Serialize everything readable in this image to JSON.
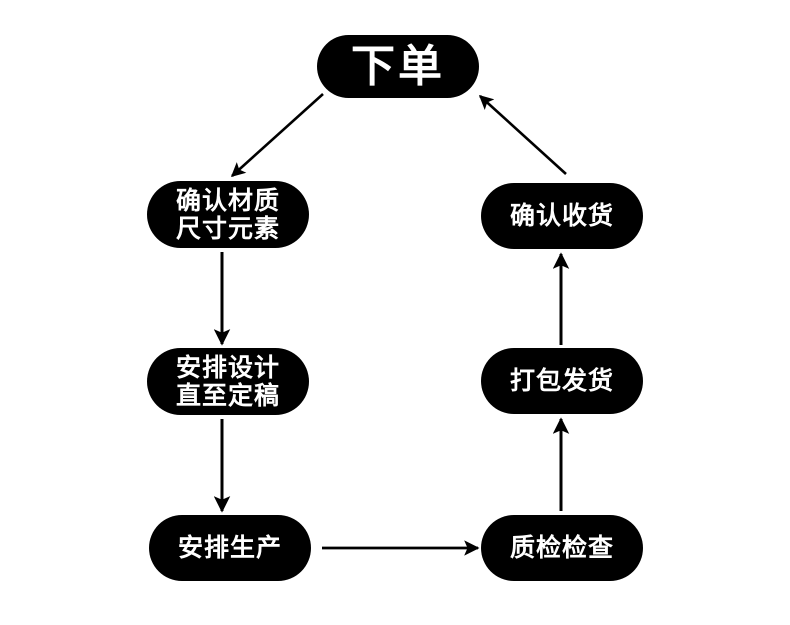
{
  "diagram": {
    "type": "flowchart",
    "title": "",
    "background_color": "#ffffff",
    "node_fill_color": "#000000",
    "node_text_color": "#ffffff",
    "edge_color": "#000000",
    "nodes": [
      {
        "id": "order",
        "lines": [
          "下单"
        ],
        "emphasis": "large"
      },
      {
        "id": "confirm-spec",
        "lines": [
          "确认材质",
          "尺寸元素"
        ],
        "emphasis": "normal"
      },
      {
        "id": "design",
        "lines": [
          "安排设计",
          "直至定稿"
        ],
        "emphasis": "normal"
      },
      {
        "id": "production",
        "lines": [
          "安排生产"
        ],
        "emphasis": "normal"
      },
      {
        "id": "inspection",
        "lines": [
          "质检检查"
        ],
        "emphasis": "normal"
      },
      {
        "id": "packing",
        "lines": [
          "打包发货"
        ],
        "emphasis": "normal"
      },
      {
        "id": "receipt",
        "lines": [
          "确认收货"
        ],
        "emphasis": "normal"
      }
    ],
    "edges": [
      {
        "id": "order-to-confirm-spec",
        "from": "order",
        "to": "confirm-spec",
        "direction": "down-left",
        "label": ""
      },
      {
        "id": "confirm-spec-to-design",
        "from": "confirm-spec",
        "to": "design",
        "direction": "down",
        "label": ""
      },
      {
        "id": "design-to-production",
        "from": "design",
        "to": "production",
        "direction": "down",
        "label": ""
      },
      {
        "id": "production-to-inspection",
        "from": "production",
        "to": "inspection",
        "direction": "right",
        "label": ""
      },
      {
        "id": "inspection-to-packing",
        "from": "inspection",
        "to": "packing",
        "direction": "up",
        "label": ""
      },
      {
        "id": "packing-to-receipt",
        "from": "packing",
        "to": "receipt",
        "direction": "up",
        "label": ""
      },
      {
        "id": "receipt-to-order",
        "from": "receipt",
        "to": "order",
        "direction": "up-left",
        "label": ""
      }
    ]
  }
}
